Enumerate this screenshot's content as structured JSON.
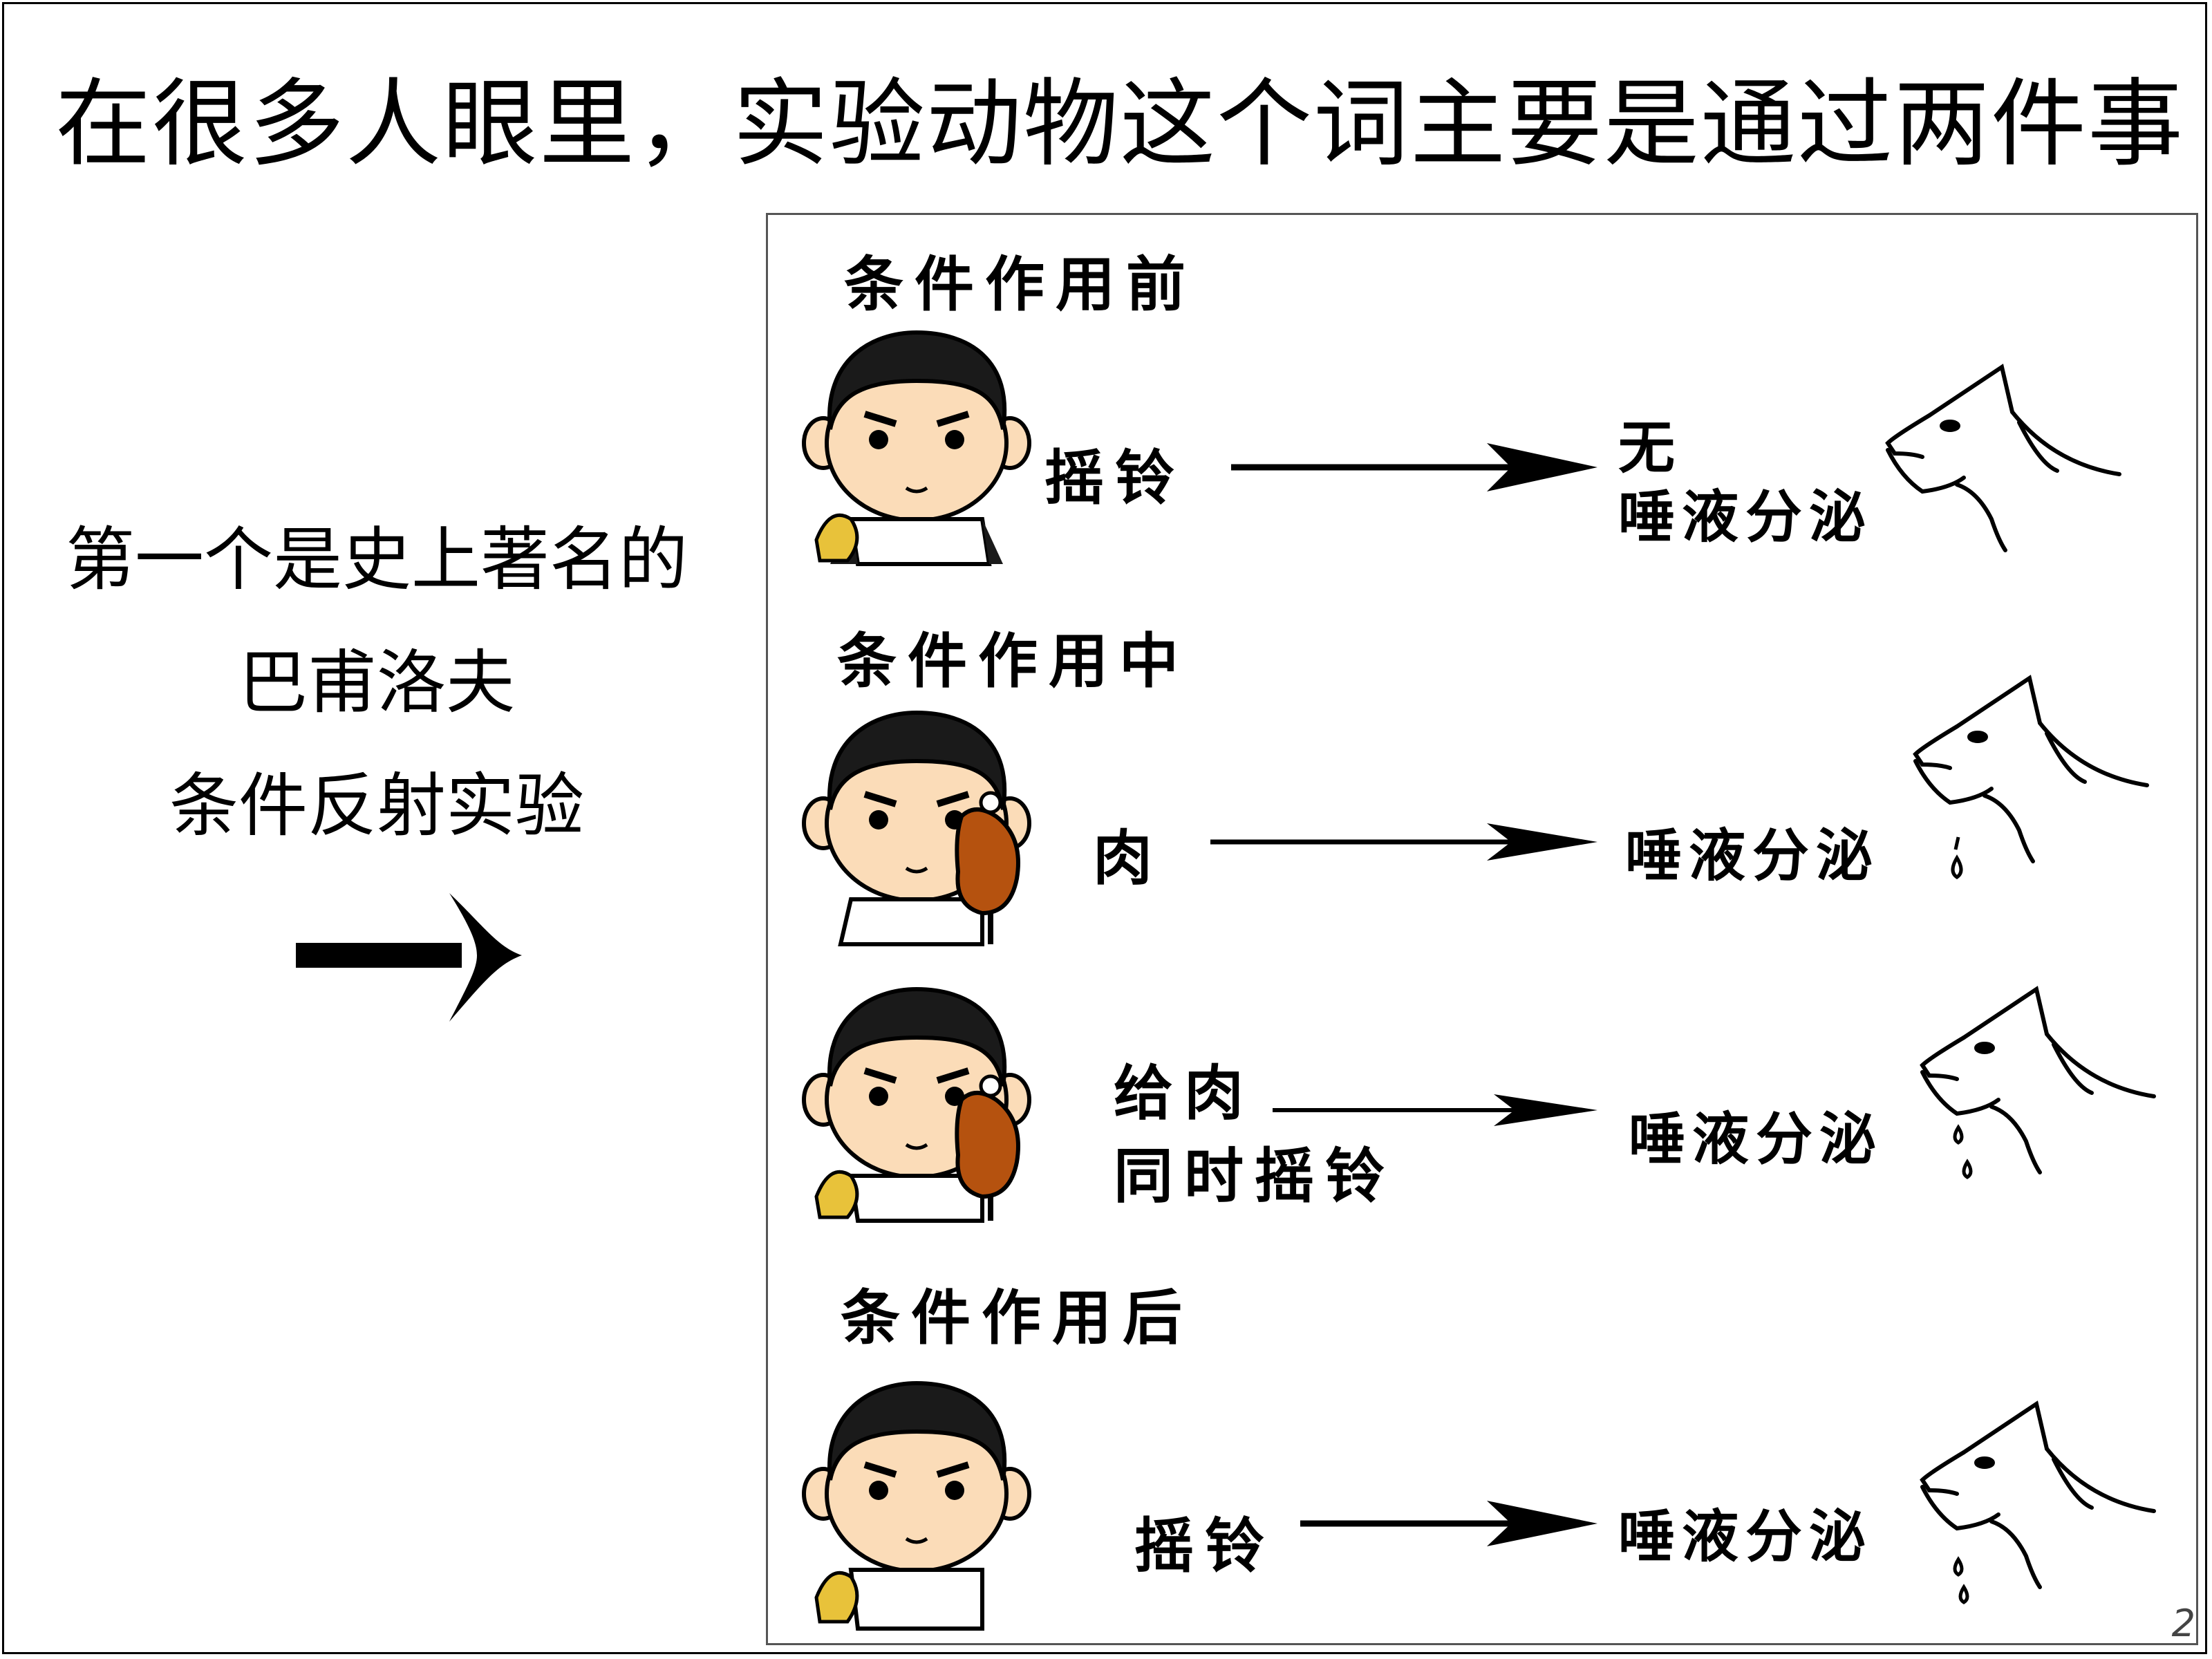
{
  "title": "在很多人眼里，实验动物这个词主要是通过两件事",
  "left": {
    "line1": "第一个是史上著名的",
    "line2": "巴甫洛夫",
    "line3": "条件反射实验"
  },
  "stages": [
    {
      "heading": "条件作用前",
      "stimulus_line1": "摇铃",
      "stimulus_line2": "",
      "response_line1": "无",
      "response_line2": "唾液分泌",
      "drool": false
    },
    {
      "heading": "条件作用中",
      "stimulus_line1": "肉",
      "stimulus_line2": "",
      "response_line1": "",
      "response_line2": "唾液分泌",
      "drool": true
    },
    {
      "heading": "",
      "stimulus_line1": "给肉",
      "stimulus_line2": "同时摇铃",
      "response_line1": "",
      "response_line2": "唾液分泌",
      "drool": true
    },
    {
      "heading": "条件作用后",
      "stimulus_line1": "摇铃",
      "stimulus_line2": "",
      "response_line1": "",
      "response_line2": "唾液分泌",
      "drool": true
    }
  ],
  "page_number": "2",
  "colors": {
    "border": "#000000",
    "panel_border": "#555555",
    "meat": "#b5520f",
    "bell": "#e8c23a",
    "skin": "#fbdcb8"
  },
  "icons": [
    "right-arrow-icon",
    "boy-cartoon-icon",
    "dog-head-icon",
    "bell-icon",
    "meat-icon",
    "drool-drop-icon"
  ]
}
